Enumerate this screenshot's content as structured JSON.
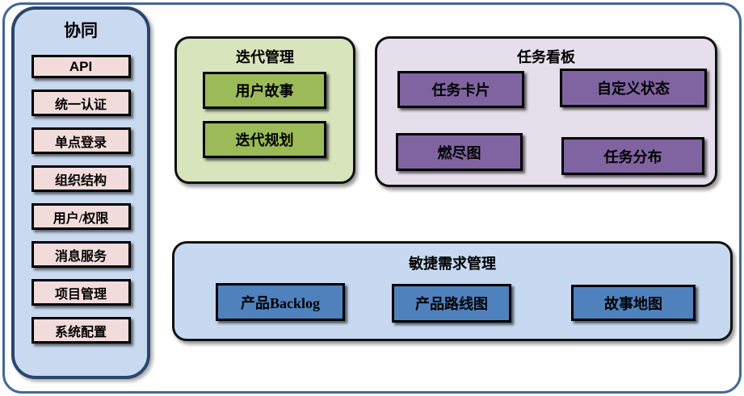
{
  "colors": {
    "outer_border": "#44679b",
    "sidebar_bg": "#c9d9f0",
    "sidebar_border": "#29466f",
    "sidebar_item_bg": "#f2dcdb",
    "iteration_panel_bg": "#d7e4bc",
    "iteration_item_bg": "#9bbb59",
    "kanban_panel_bg": "#e5dfec",
    "kanban_item_bg": "#8064a2",
    "agile_panel_bg": "#c6d9f0",
    "agile_item_bg": "#4f81bd",
    "box_border": "#000000"
  },
  "sidebar": {
    "title": "协同",
    "items": [
      "API",
      "统一认证",
      "单点登录",
      "组织结构",
      "用户/权限",
      "消息服务",
      "项目管理",
      "系统配置"
    ]
  },
  "sections": {
    "iteration": {
      "title": "迭代管理",
      "items": [
        "用户故事",
        "迭代规划"
      ]
    },
    "kanban": {
      "title": "任务看板",
      "items": [
        "任务卡片",
        "自定义状态",
        "燃尽图",
        "任务分布"
      ]
    },
    "agile": {
      "title": "敏捷需求管理",
      "items": [
        "产品Backlog",
        "产品路线图",
        "故事地图"
      ]
    }
  }
}
